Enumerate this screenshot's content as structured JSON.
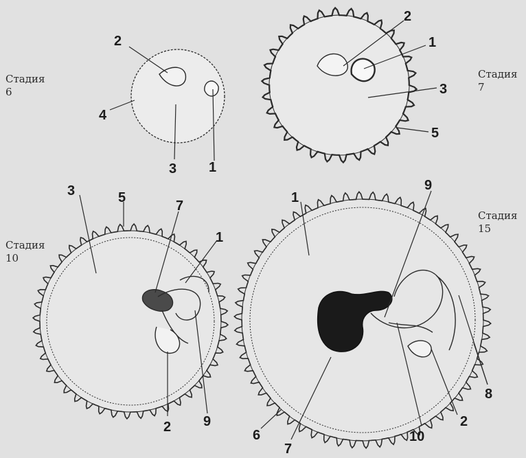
{
  "stages": [
    {
      "word": "Стадия",
      "number": "6"
    },
    {
      "word": "Стадия",
      "number": "7"
    },
    {
      "word": "Стадия",
      "number": "10"
    },
    {
      "word": "Стадия",
      "number": "15"
    }
  ],
  "callouts": {
    "s6": [
      "2",
      "4",
      "3",
      "1"
    ],
    "s7": [
      "2",
      "1",
      "3",
      "5"
    ],
    "s10": [
      "3",
      "5",
      "7",
      "1",
      "2",
      "9"
    ],
    "s15": [
      "1",
      "9",
      "8",
      "6",
      "7",
      "10",
      "2"
    ]
  },
  "colors": {
    "background": "#e1e1e1",
    "ink": "#1c1c1c"
  }
}
